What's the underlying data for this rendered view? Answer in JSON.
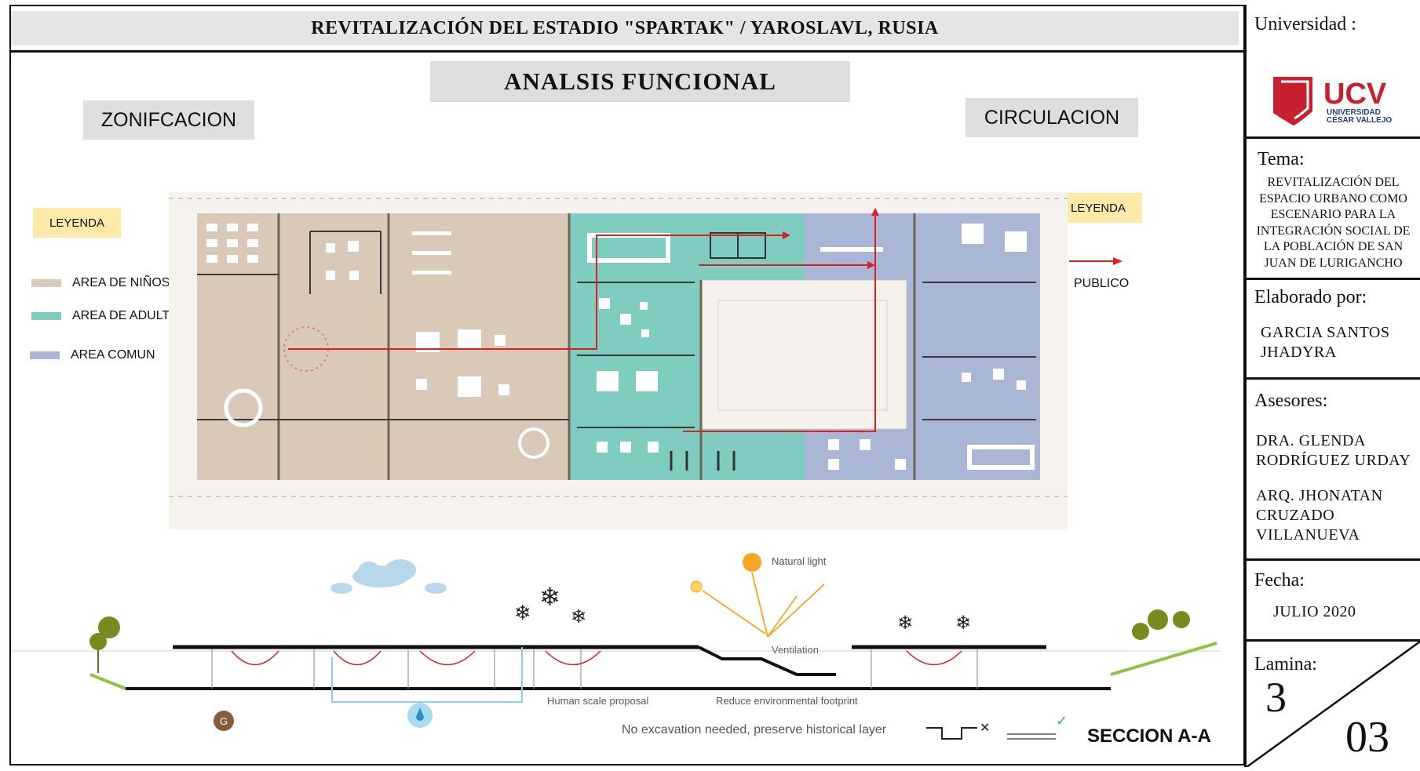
{
  "header": {
    "title": "REVITALIZACIÓN  DEL ESTADIO \"SPARTAK\" / YAROSLAVL, RUSIA"
  },
  "main": {
    "heading": "ANALSIS FUNCIONAL",
    "zoning_label": "ZONIFCACION",
    "circulation_label": "CIRCULACION"
  },
  "legend_left": {
    "tag": "LEYENDA",
    "items": [
      {
        "label": "AREA DE NIÑOS",
        "color": "#d8c9b8"
      },
      {
        "label": "AREA DE ADULTOS",
        "color": "#7fcdc0"
      },
      {
        "label": "AREA COMUN",
        "color": "#a9b6d6"
      }
    ]
  },
  "legend_right": {
    "tag": "LEYENDA",
    "items": [
      {
        "label": "PUBLICO",
        "color": "#e02020"
      }
    ]
  },
  "section": {
    "natural_light": "Natural light",
    "ventilation": "Ventilation",
    "human_scale": "Human scale proposal",
    "reduce_footprint": "Reduce environmental footprint",
    "no_excavation": "No excavation needed, preserve historical layer",
    "title": "SECCION A-A",
    "g_marker": "G"
  },
  "sidebar": {
    "university_label": "Universidad :",
    "logo": {
      "abbr": "UCV",
      "line1": "UNIVERSIDAD",
      "line2": "CÉSAR VALLEJO",
      "color": "#c8202f",
      "blue": "#1f3a8a"
    },
    "tema_label": "Tema:",
    "tema_lines": [
      "REVITALIZACIÓN DEL",
      "ESPACIO URBANO COMO",
      "ESCENARIO PARA LA",
      "INTEGRACIÓN SOCIAL DE",
      "LA POBLACIÓN DE SAN",
      "JUAN DE LURIGANCHO"
    ],
    "author_label": "Elaborado por:",
    "author_lines": [
      "GARCIA SANTOS",
      "JHADYRA"
    ],
    "advisors_label": "Asesores:",
    "advisor1_lines": [
      "DRA. GLENDA",
      "RODRÍGUEZ URDAY"
    ],
    "advisor2_lines": [
      "ARQ. JHONATAN",
      "CRUZADO",
      "VILLANUEVA"
    ],
    "date_label": "Fecha:",
    "date_value": "JULIO 2020",
    "sheet_label": "Lamina:",
    "sheet_number": "3",
    "sheet_code": "03"
  }
}
